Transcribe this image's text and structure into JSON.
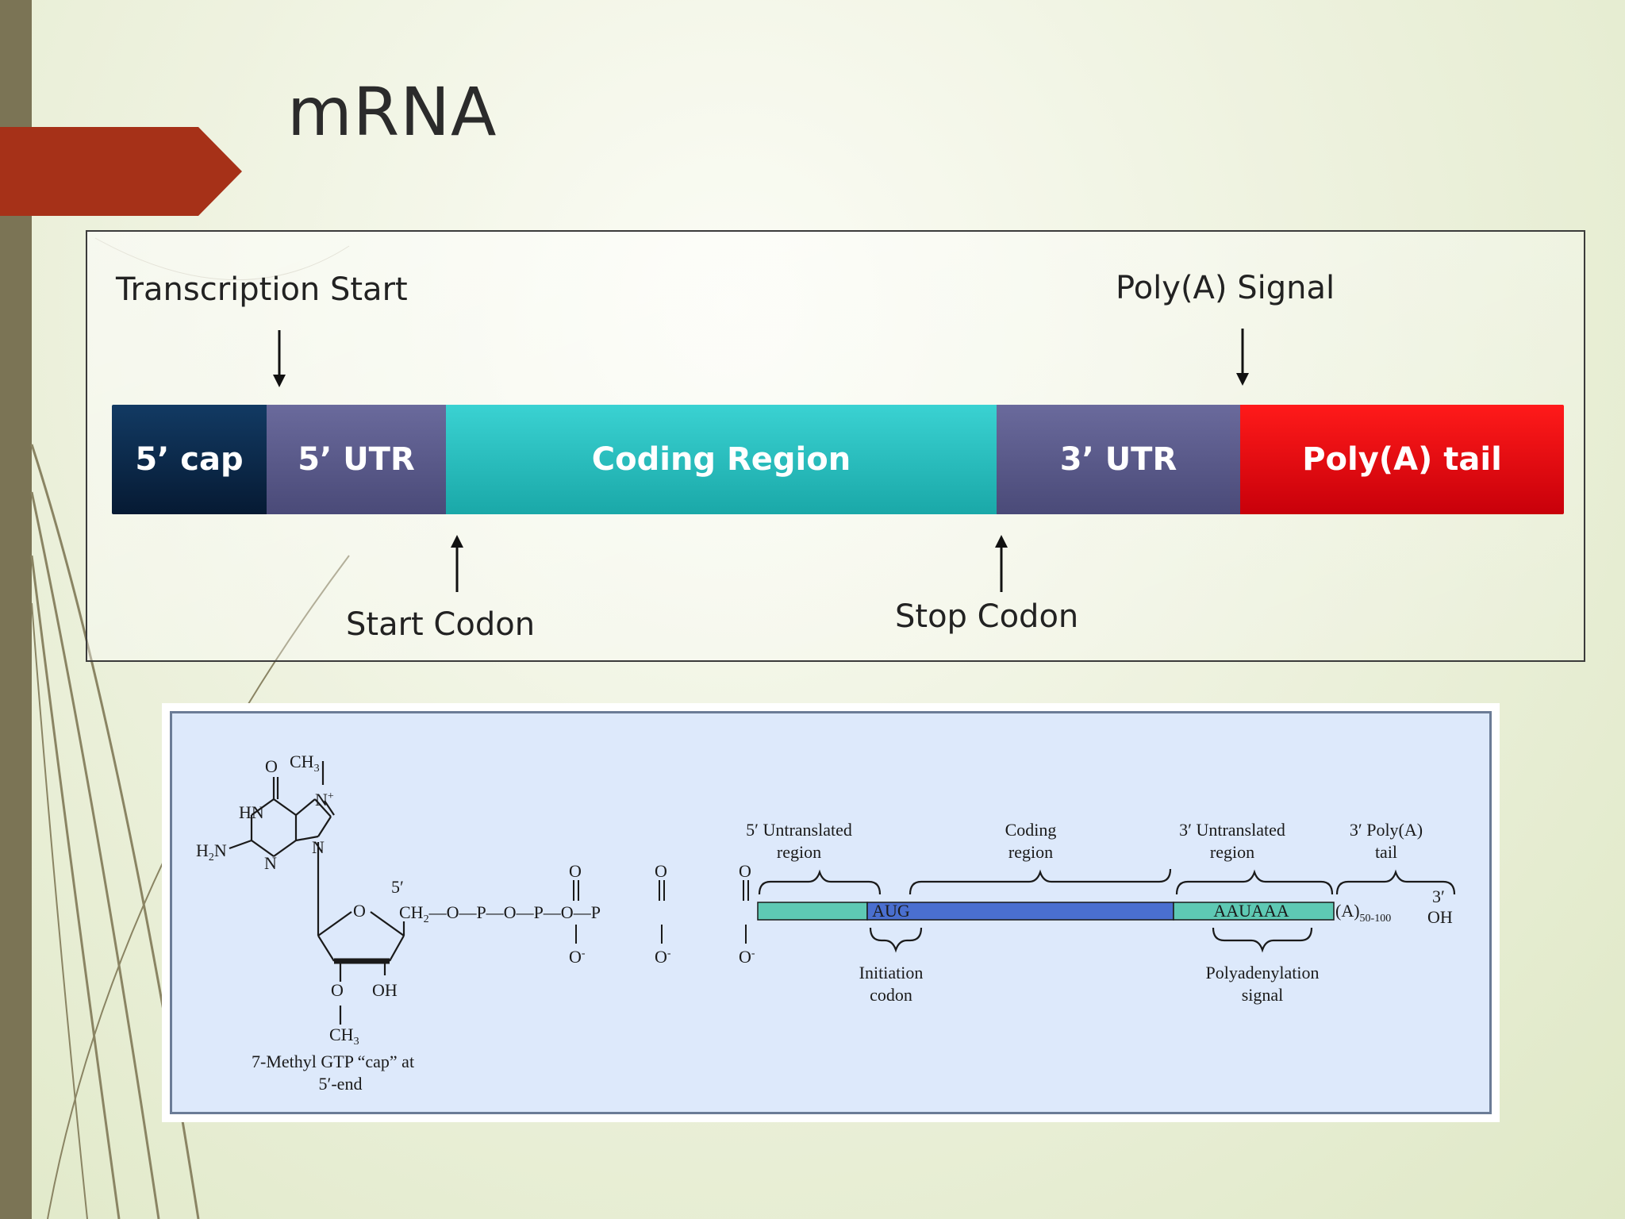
{
  "slide": {
    "title": "mRNA"
  },
  "top_diagram": {
    "labels": {
      "transcription_start": "Transcription Start",
      "polya_signal": "Poly(A) Signal",
      "start_codon": "Start Codon",
      "stop_codon": "Stop Codon"
    },
    "segments": [
      {
        "label": "5’ cap",
        "color": "#0c2a4a"
      },
      {
        "label": "5’ UTR",
        "color": "#5a5a8a"
      },
      {
        "label": "Coding Region",
        "color": "#2ec4c4"
      },
      {
        "label": "3’ UTR",
        "color": "#5a5a8a"
      },
      {
        "label": "Poly(A) tail",
        "color": "#e0000c"
      }
    ]
  },
  "bottom_figure": {
    "cap_caption_line1": "7-Methyl GTP “cap” at",
    "cap_caption_line2": "5′-end",
    "region_5utr_line1": "5′ Untranslated",
    "region_5utr_line2": "region",
    "region_coding_line1": "Coding",
    "region_coding_line2": "region",
    "region_3utr_line1": "3′ Untranslated",
    "region_3utr_line2": "region",
    "region_polya_line1": "3′ Poly(A)",
    "region_polya_line2": "tail",
    "start_codon_seq": "AUG",
    "polya_signal_seq": "AAUAAA",
    "polya_length": "(A)",
    "polya_length_sub": "50-100",
    "end_3prime": "3′",
    "end_oh": "OH",
    "initiation_line1": "Initiation",
    "initiation_line2": "codon",
    "polyadenylation_line1": "Polyadenylation",
    "polyadenylation_line2": "signal",
    "colors": {
      "utr_strand": "#5ec9b4",
      "coding_strand": "#4a6fd0"
    }
  }
}
